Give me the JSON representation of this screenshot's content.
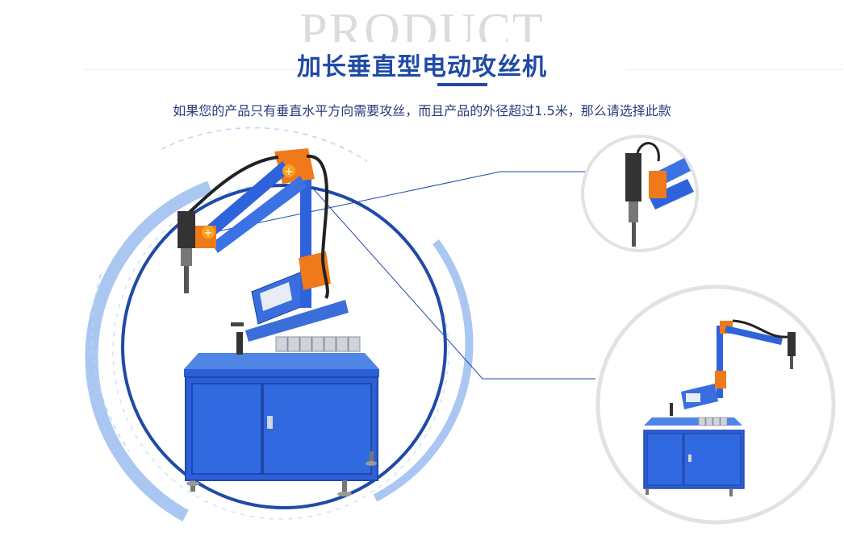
{
  "header": {
    "background_word": "PRODUCT",
    "title": "加长垂直型电动攻丝机",
    "subtitle": "如果您的产品只有垂直水平方向需要攻丝，而且产品的外径超过1.5米，那么请选择此款"
  },
  "colors": {
    "brand_blue": "#1f4aa7",
    "machine_blue": "#2c5fd8",
    "accent_orange": "#f07a1a",
    "ring_light_blue": "#8db4ee",
    "circle_gray": "#e2e2e2"
  },
  "images": {
    "main": "machine-main-image",
    "detail_top": "tapping-head-closeup",
    "detail_bottom": "machine-full-view"
  }
}
